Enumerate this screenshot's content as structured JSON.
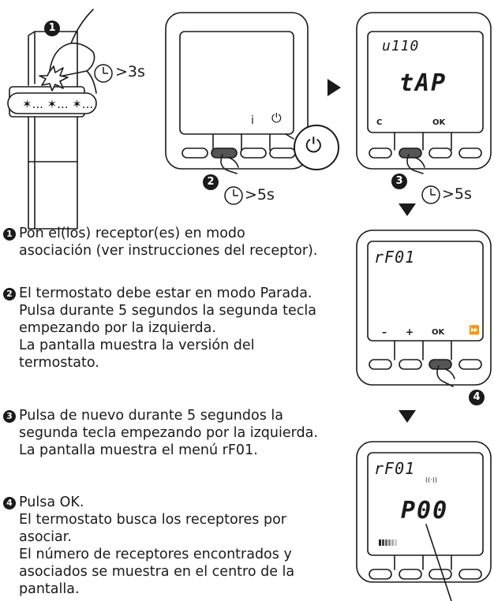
{
  "figure": {
    "step1": {
      "badge": "1",
      "duration": ">3s"
    },
    "thermo1": {
      "key_i": "i",
      "key_power": "⏻",
      "badge": "2",
      "duration": ">5s"
    },
    "thermo2": {
      "lcd_top": "u110",
      "lcd_main": "tAP",
      "key_c": "C",
      "key_ok": "OK",
      "badge": "3",
      "duration": ">5s"
    },
    "thermo3": {
      "lcd_top": "rF01",
      "key_minus": "–",
      "key_plus": "+",
      "key_ok": "OK",
      "key_next": "⏩",
      "badge": "4"
    },
    "thermo4": {
      "lcd_top": "rF01",
      "lcd_main": "P00",
      "signal": "((·))"
    }
  },
  "steps": [
    {
      "num": "1",
      "lines": [
        "Pon el(los) receptor(es) en modo",
        "asociación (ver instrucciones del receptor)."
      ]
    },
    {
      "num": "2",
      "lines": [
        "El termostato debe estar en modo Parada.",
        "Pulsa durante 5 segundos la segunda tecla",
        "empezando por la izquierda.",
        "La pantalla muestra la versión del",
        "termostato."
      ]
    },
    {
      "num": "3",
      "lines": [
        "Pulsa de nuevo durante 5 segundos la",
        "segunda tecla empezando por la izquierda.",
        "La pantalla muestra el menú rF01."
      ]
    },
    {
      "num": "4",
      "lines": [
        "Pulsa OK.",
        "El termostato busca los receptores por",
        "asociar.",
        "El número de receptores encontrados y",
        "asociados se muestra en el centro de la",
        "pantalla."
      ]
    }
  ]
}
